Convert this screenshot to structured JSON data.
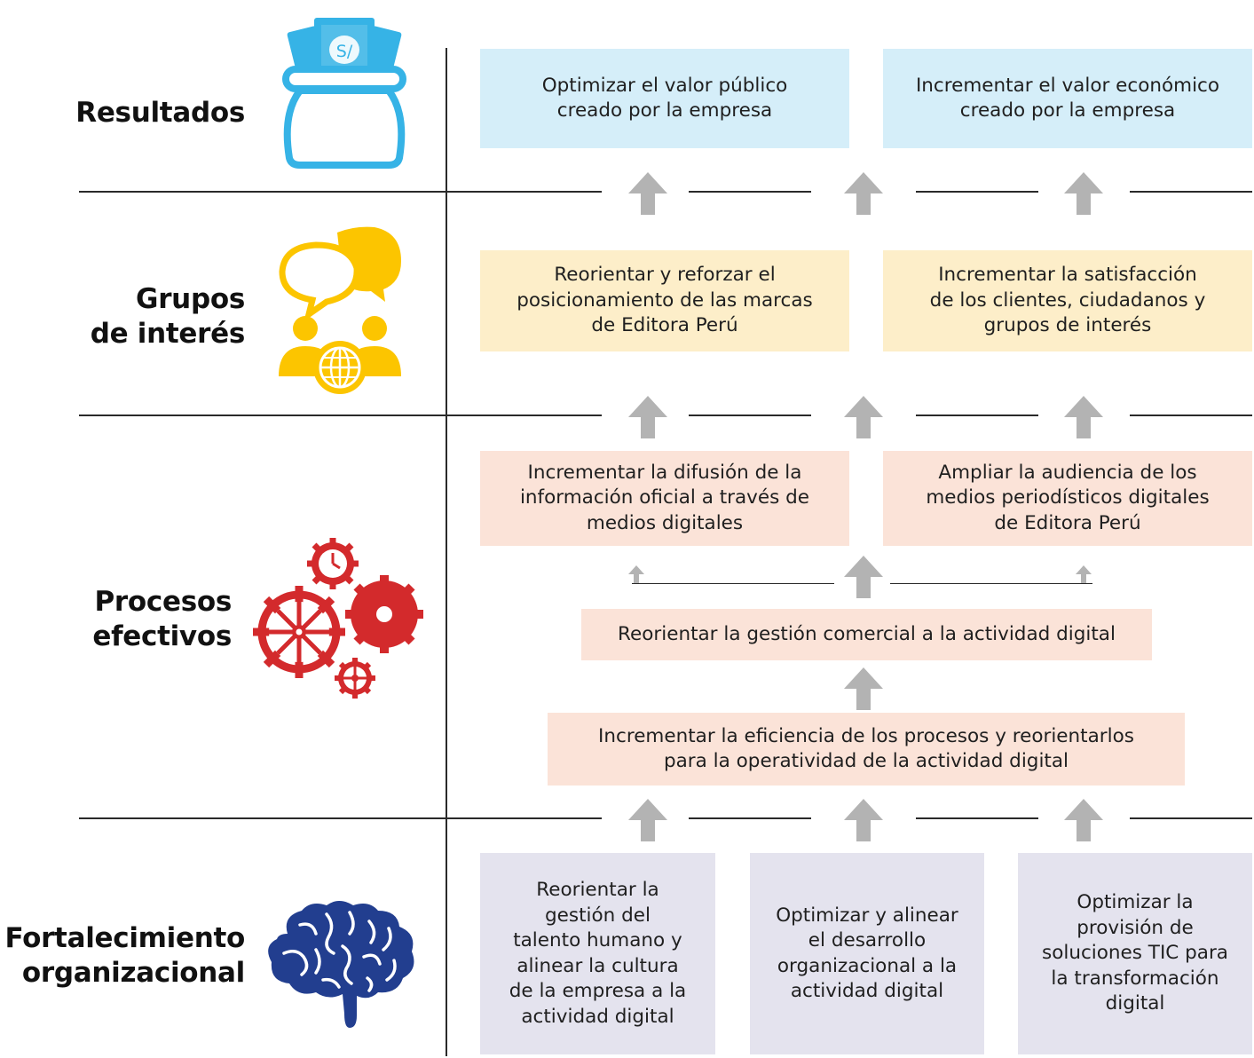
{
  "colors": {
    "resultados": "#36b3e6",
    "grupos": "#fcc500",
    "procesos": "#d32a2c",
    "fortalecimiento": "#223e8f",
    "arrow": "#b3b3b3",
    "box_blue": "#d5eef9",
    "box_yellow": "#fdeec9",
    "box_peach": "#fbe3d8",
    "box_lavender": "#e4e3ee"
  },
  "rows": {
    "resultados": {
      "label": "Resultados",
      "icon": "money-bag-icon"
    },
    "grupos": {
      "label_line1": "Grupos",
      "label_line2": "de interés",
      "icon": "people-chat-globe-icon"
    },
    "procesos": {
      "label_line1": "Procesos",
      "label_line2": "efectivos",
      "icon": "gears-icon"
    },
    "fortalecimiento": {
      "label_line1": "Fortalecimiento",
      "label_line2": "organizacional",
      "icon": "brain-icon"
    }
  },
  "icon_text": {
    "currency": "S/"
  },
  "boxes": {
    "resultados_1": "Optimizar el valor público\ncreado por la empresa",
    "resultados_2": "Incrementar el valor económico\ncreado por la empresa",
    "grupos_1": "Reorientar y reforzar el\nposicionamiento de las marcas\nde Editora Perú",
    "grupos_2": "Incrementar la satisfacción\nde los clientes, ciudadanos y\ngrupos de interés",
    "procesos_1": "Incrementar la difusión de la\ninformación oficial a través de\nmedios digitales",
    "procesos_2": "Ampliar la audiencia de los\nmedios periodísticos digitales\nde Editora Perú",
    "procesos_3": "Reorientar la gestión comercial a la actividad digital",
    "procesos_4": "Incrementar la eficiencia de los procesos y reorientarlos\npara la operatividad de la actividad digital",
    "fortalecimiento_1": "Reorientar la\ngestión del\ntalento humano y\nalinear la cultura\nde la empresa a la\nactividad digital",
    "fortalecimiento_2": "Optimizar y alinear\nel desarrollo\norganizacional a la\nactividad digital",
    "fortalecimiento_3": "Optimizar la\nprovisión de\nsoluciones TIC para\nla transformación\ndigital"
  }
}
